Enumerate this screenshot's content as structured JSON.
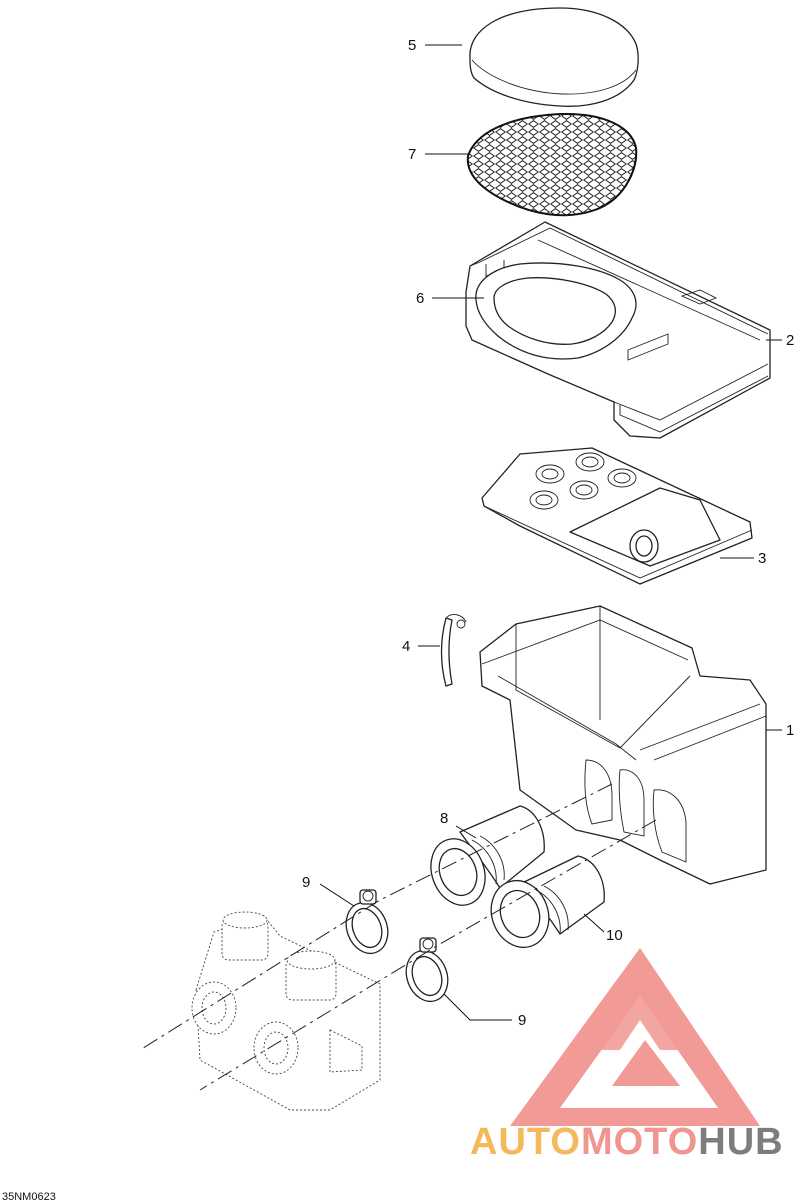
{
  "drawing_ref": "35NM0623",
  "callouts": {
    "c1": "1",
    "c2": "2",
    "c3": "3",
    "c4": "4",
    "c5": "5",
    "c6": "6",
    "c7": "7",
    "c8": "8",
    "c9a": "9",
    "c9b": "9",
    "c10": "10"
  },
  "watermark": {
    "part1": "AUTO",
    "part2": "MOTO",
    "part3": "HUB",
    "colors": {
      "logo": "#f08a84",
      "auto": "#f5b24a",
      "moto": "#f08a84",
      "hub": "#6f6f6f"
    }
  }
}
